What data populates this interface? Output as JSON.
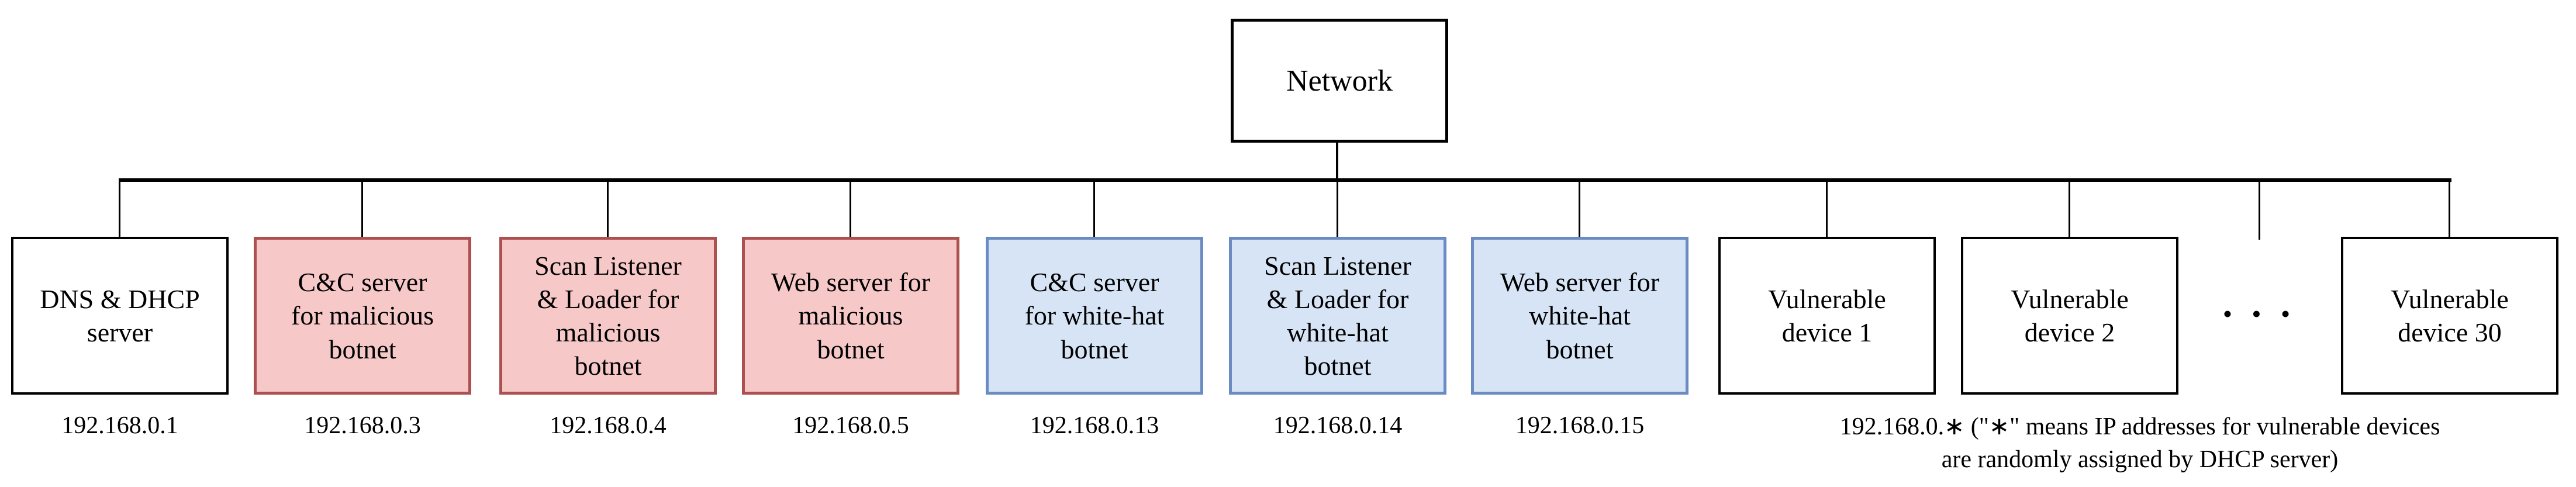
{
  "diagram": {
    "root": {
      "label": "Network"
    },
    "nodes": [
      {
        "label": "DNS & DHCP\nserver",
        "ip": "192.168.0.1",
        "category": "infrastructure"
      },
      {
        "label": "C&C server\nfor malicious\nbotnet",
        "ip": "192.168.0.3",
        "category": "malicious"
      },
      {
        "label": "Scan Listener\n& Loader for\nmalicious\nbotnet",
        "ip": "192.168.0.4",
        "category": "malicious"
      },
      {
        "label": "Web server for\nmalicious\nbotnet",
        "ip": "192.168.0.5",
        "category": "malicious"
      },
      {
        "label": "C&C server\nfor white-hat\nbotnet",
        "ip": "192.168.0.13",
        "category": "white-hat"
      },
      {
        "label": "Scan Listener\n& Loader for\nwhite-hat\nbotnet",
        "ip": "192.168.0.14",
        "category": "white-hat"
      },
      {
        "label": "Web server for\nwhite-hat\nbotnet",
        "ip": "192.168.0.15",
        "category": "white-hat"
      },
      {
        "label": "Vulnerable\ndevice 1",
        "category": "vulnerable"
      },
      {
        "label": "Vulnerable\ndevice 2",
        "category": "vulnerable"
      },
      {
        "label": "Vulnerable\ndevice 30",
        "category": "vulnerable"
      }
    ],
    "ellipsis": "• • •",
    "vulnerable_ip_note": "192.168.0.∗ (\"∗\" means IP addresses for vulnerable devices\nare randomly assigned by DHCP server)",
    "colors": {
      "malicious_fill": "#f6c8c8",
      "malicious_border": "#ac5050",
      "whitehat_fill": "#d6e4f6",
      "whitehat_border": "#6a8cc3"
    }
  }
}
